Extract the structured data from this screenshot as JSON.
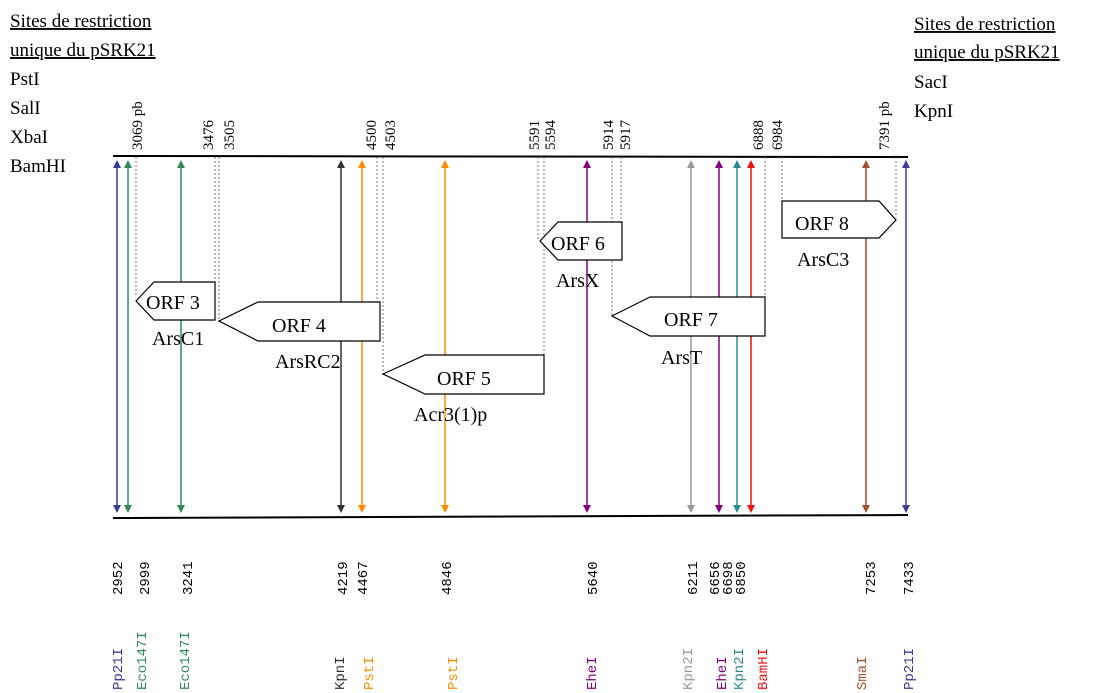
{
  "left_legend": {
    "title_line1": "Sites de restriction",
    "title_line2": "unique du pSRK21",
    "sites": [
      "PstI",
      "SalI",
      "XbaI",
      "BamHI"
    ]
  },
  "right_legend": {
    "title_line1": "Sites de restriction",
    "title_line2": "unique du pSRK21",
    "sites": [
      "SacI",
      "KpnI"
    ]
  },
  "top_positions": [
    "3069 pb",
    "3476",
    "3505",
    "4500",
    "4503",
    "5591",
    "5594",
    "5914",
    "5917",
    "6888",
    "6984",
    "7391 pb"
  ],
  "orfs": [
    {
      "name": "ORF 3",
      "product": "ArsC1"
    },
    {
      "name": "ORF 4",
      "product": "ArsRC2"
    },
    {
      "name": "ORF 5",
      "product": "Acr3(1)p"
    },
    {
      "name": "ORF 6",
      "product": "ArsX"
    },
    {
      "name": "ORF 7",
      "product": "ArsT"
    },
    {
      "name": "ORF 8",
      "product": "ArsC3"
    }
  ],
  "sites": [
    {
      "pos": "2952",
      "enzyme": "Pp21I",
      "color": "#3a3a9a"
    },
    {
      "pos": "2999",
      "enzyme": "Eco147I",
      "color": "#2e8b57"
    },
    {
      "pos": "3241",
      "enzyme": "Eco147I",
      "color": "#2e8b57"
    },
    {
      "pos": "4219",
      "enzyme": "KpnI",
      "color": "#333333"
    },
    {
      "pos": "4467",
      "enzyme": "PstI",
      "color": "#ff8c00"
    },
    {
      "pos": "4846",
      "enzyme": "PstI",
      "color": "#ff8c00"
    },
    {
      "pos": "5640",
      "enzyme": "EheI",
      "color": "#800080"
    },
    {
      "pos": "6211",
      "enzyme": "Kpn2I",
      "color": "#999999"
    },
    {
      "pos": "6656",
      "enzyme": "EheI",
      "color": "#800080"
    },
    {
      "pos": "6698",
      "enzyme": "Kpn2I",
      "color": "#2e8b8b"
    },
    {
      "pos": "6850",
      "enzyme": "BamHI",
      "color": "#ee1111"
    },
    {
      "pos": "7253",
      "enzyme": "SmaI",
      "color": "#a0522d"
    },
    {
      "pos": "7433",
      "enzyme": "Pp21I",
      "color": "#3a3a9a"
    }
  ]
}
